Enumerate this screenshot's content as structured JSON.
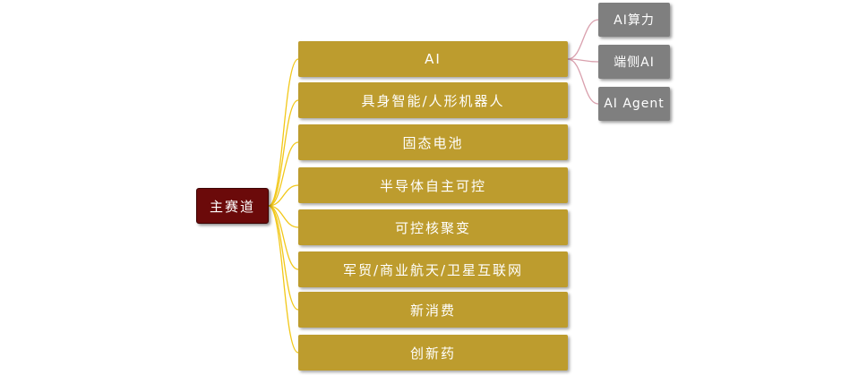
{
  "diagram": {
    "root": {
      "label": "主赛道"
    },
    "tracks": [
      {
        "label": "AI"
      },
      {
        "label": "具身智能/人形机器人"
      },
      {
        "label": "固态电池"
      },
      {
        "label": "半导体自主可控"
      },
      {
        "label": "可控核聚变"
      },
      {
        "label": "军贸/商业航天/卫星互联网"
      },
      {
        "label": "新消费"
      },
      {
        "label": "创新药"
      }
    ],
    "ai_subtopics": [
      {
        "label": "AI算力"
      },
      {
        "label": "端侧AI"
      },
      {
        "label": "AI Agent"
      }
    ]
  },
  "colors": {
    "root_fill": "#6b0a0a",
    "track_fill": "#bd9c2e",
    "sub_fill": "#7f7f7f",
    "root_connector": "#f2c81a",
    "sub_connector": "#d9a0ad"
  }
}
